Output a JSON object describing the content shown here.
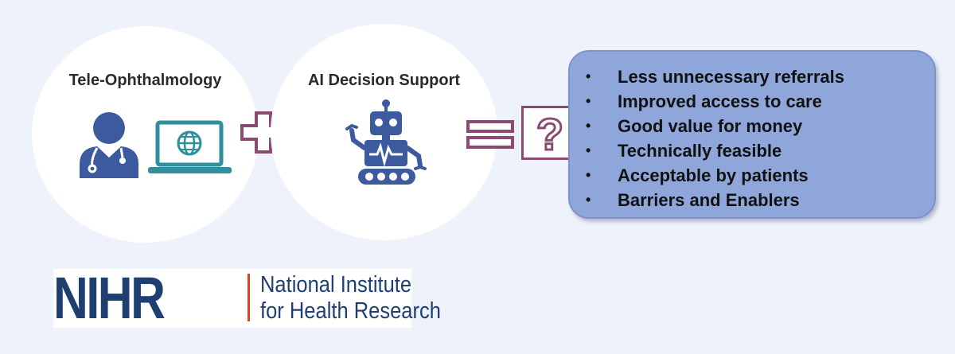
{
  "tele": {
    "title": "Tele-Ophthalmology"
  },
  "ai": {
    "title": "AI Decision Support"
  },
  "symbols": {
    "question": "?"
  },
  "outcomes": {
    "bullet": "•",
    "items": [
      "Less unnecessary referrals",
      "Improved access to care",
      "Good value for money",
      "Technically feasible",
      "Acceptable by patients",
      "Barriers and Enablers"
    ]
  },
  "logo": {
    "mark": "NIHR",
    "line1": "National Institute",
    "line2": "for Health Research"
  },
  "colors": {
    "background": "#eef2fa",
    "icon_blue": "#3d5a9e",
    "laptop_teal": "#2f8f9a",
    "operator_mauve": "#8a4a72",
    "outcome_box": "#8fa6db",
    "logo_navy": "#1f3f73",
    "logo_red": "#d9431f"
  }
}
